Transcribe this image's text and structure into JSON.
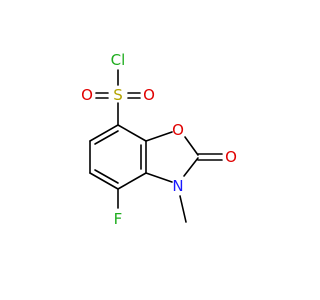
{
  "molecule": {
    "colors": {
      "bond": "#000000",
      "chlorine": "#1fad1f",
      "sulfur": "#b3a300",
      "oxygen": "#e00000",
      "nitrogen": "#1a1aff",
      "fluorine": "#1fad1f"
    },
    "atoms": {
      "chlorine": "Cl",
      "sulfur": "S",
      "sulfonyl_oxygen_left": "O",
      "sulfonyl_oxygen_right": "O",
      "ring_oxygen": "O",
      "carbonyl_oxygen": "O",
      "nitrogen": "N",
      "fluorine": "F"
    }
  }
}
